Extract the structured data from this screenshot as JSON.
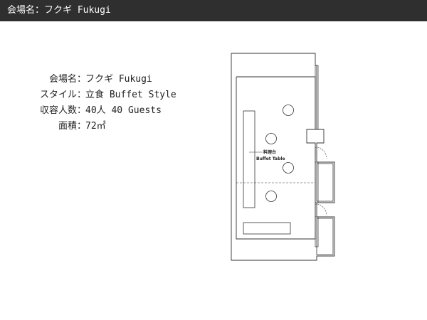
{
  "header": {
    "title": "会場名：フクギ Fukugi"
  },
  "info": {
    "rows": [
      {
        "label": "会場名",
        "sep": "：",
        "value": "フクギ Fukugi"
      },
      {
        "label": "スタイル",
        "sep": "：",
        "value": "立食 Buffet Style"
      },
      {
        "label": "収容人数",
        "sep": "：",
        "value": "40人 40 Guests"
      },
      {
        "label": "面積",
        "sep": "：",
        "value": "72㎡"
      }
    ]
  },
  "plan": {
    "buffet_label_jp": "料理台",
    "buffet_label_en": "Buffet Table"
  }
}
